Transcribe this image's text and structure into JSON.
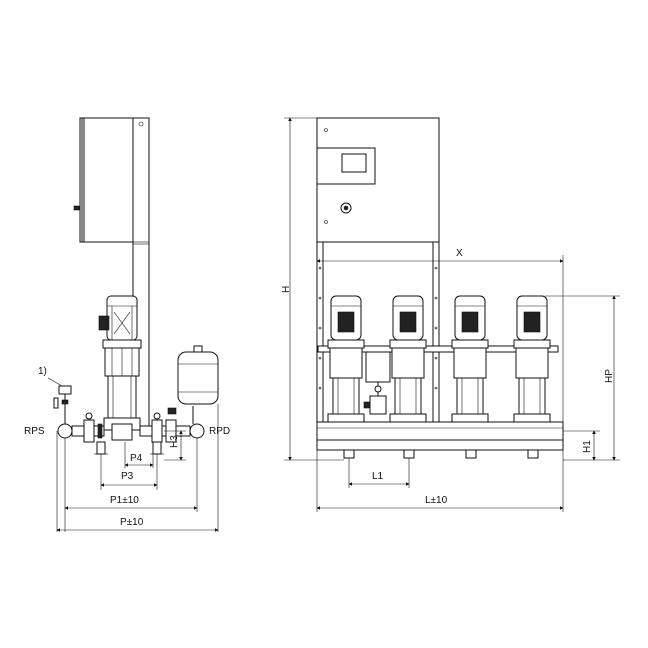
{
  "labels": {
    "note": "1)",
    "rps": "RPS",
    "rpd": "RPD",
    "p3": "P3",
    "p4": "P4",
    "h3": "H3",
    "p1": "P1±10",
    "p": "P±10",
    "h": "H",
    "x": "X",
    "hp": "HP",
    "h1": "H1",
    "l1": "L1",
    "l": "L±10"
  },
  "pump_count": 4
}
